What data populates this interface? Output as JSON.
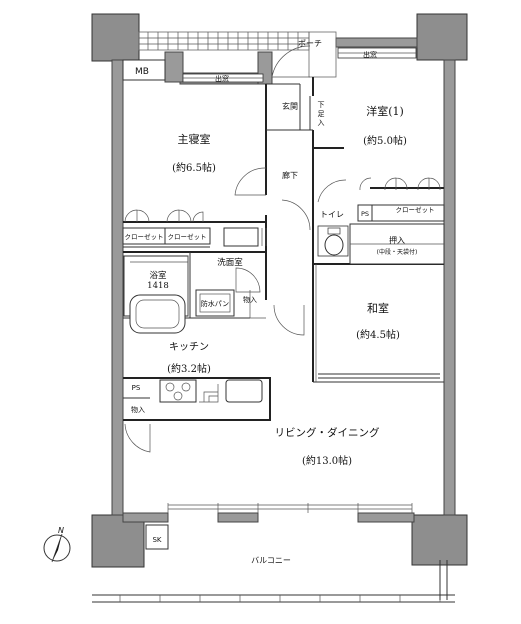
{
  "rooms": {
    "master_bedroom": {
      "name": "主寝室",
      "size": "(約6.5帖)"
    },
    "western_room": {
      "name": "洋室(1)",
      "size": "(約5.0帖)"
    },
    "japanese_room": {
      "name": "和室",
      "size": "(約4.5帖)"
    },
    "kitchen": {
      "name": "キッチン",
      "size": "(約3.2帖)"
    },
    "living_dining": {
      "name": "リビング・ダイニング",
      "size": "(約13.0帖)"
    },
    "bathroom": {
      "name": "浴室",
      "code": "1418"
    },
    "washroom": {
      "name": "洗面室"
    },
    "toilet": {
      "name": "トイレ"
    },
    "entrance": {
      "name": "玄関"
    },
    "hallway": {
      "name": "廊下"
    },
    "balcony": {
      "name": "バルコニー"
    },
    "porch": {
      "name": "ポーチ"
    }
  },
  "labels": {
    "mb": "MB",
    "bay_window_1": "出窓",
    "bay_window_2": "出窓",
    "shoe_closet": "下足入",
    "closet_1": "クローゼット",
    "closet_2": "クローゼット",
    "closet_3": "クローゼット",
    "ps_1": "PS",
    "ps_2": "PS",
    "oshiire": "押入",
    "oshiire_note": "(中段・天袋付)",
    "storage_1": "物入",
    "storage_2": "物入",
    "waterproof_pan": "防水パン",
    "sk": "SK",
    "north": "N"
  }
}
